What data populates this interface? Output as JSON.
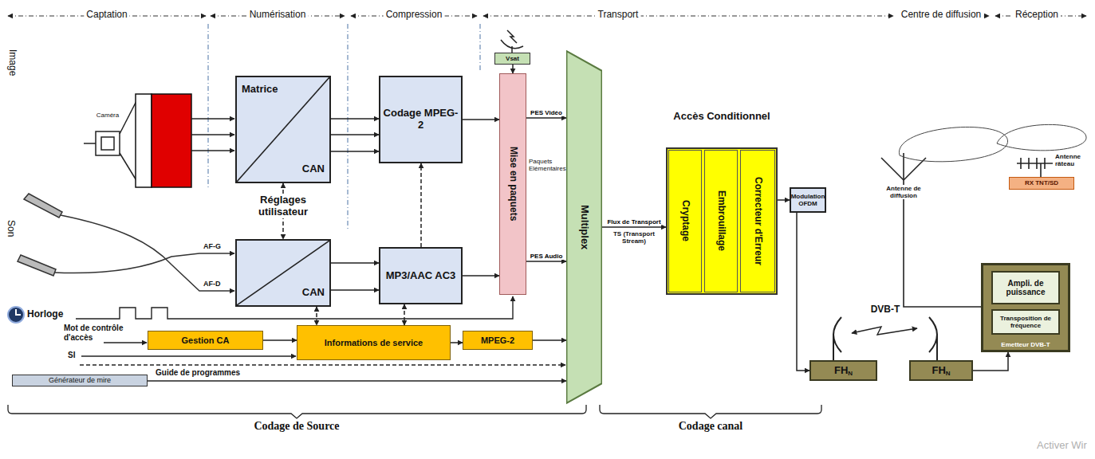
{
  "diagram": {
    "nodes": [
      {
        "text": [
          "Matrice",
          "CAN"
        ]
      },
      {
        "text": [
          "Codage MPEG-2"
        ]
      },
      {
        "text": [
          "Vsat"
        ]
      },
      {
        "text": [
          "Mise en paquets"
        ]
      },
      {
        "text": [
          "Multiplex"
        ]
      },
      {
        "text": [
          "CAN"
        ]
      },
      {
        "text": [
          "MP3/AAC AC3"
        ]
      },
      {
        "text": [
          "Gestion CA"
        ]
      },
      {
        "text": [
          "Informations de service"
        ]
      },
      {
        "text": [
          "MPEG-2"
        ]
      },
      {
        "text": [
          "Générateur de mire"
        ]
      },
      {
        "text": [
          "Accès Conditionnel"
        ]
      },
      {
        "text": [
          "Cryptage"
        ],
        "in": 11
      },
      {
        "text": [
          "Embrouillage"
        ],
        "in": 11
      },
      {
        "text": [
          "Correcteur d'Erreur"
        ],
        "in": 11
      },
      {
        "text": [
          "Modulation OFDM"
        ]
      },
      {
        "text": [
          "FH",
          "N"
        ]
      },
      {
        "text": [
          "FH",
          "N"
        ]
      },
      {
        "text": [
          "Emetteur DVB-T"
        ]
      },
      {
        "text": [
          "Ampli. de puissance"
        ],
        "in": 18
      },
      {
        "text": [
          "Transposition de fréquence"
        ],
        "in": 18
      },
      {
        "text": [
          "RX TNT/SD"
        ]
      }
    ],
    "edges": [
      {
        "from": 0,
        "to": 1,
        "arrow": "to"
      },
      {
        "from": 0,
        "to": 1,
        "arrow": "to"
      },
      {
        "from": 0,
        "to": 1,
        "arrow": "to"
      },
      {
        "from": 5,
        "to": 6,
        "arrow": "to"
      },
      {
        "from": 5,
        "to": 6,
        "arrow": "to"
      },
      {
        "from": 1,
        "to": 3,
        "arrow": "to"
      },
      {
        "from": 6,
        "to": 3,
        "arrow": "to"
      },
      {
        "from": 2,
        "to": 3,
        "arrow": "to"
      },
      {
        "from": 3,
        "to": 4,
        "label": "PES Vidéo",
        "arrow": "to"
      },
      {
        "from": 3,
        "to": 4,
        "label": "PES Audio",
        "arrow": "to"
      },
      {
        "from": 7,
        "to": 8,
        "arrow": "to"
      },
      {
        "from": 8,
        "to": 9,
        "arrow": "to"
      },
      {
        "from": 9,
        "to": 4,
        "arrow": "to"
      },
      {
        "from": 10,
        "to": 4,
        "arrow": "to"
      },
      {
        "from": 4,
        "to": 11,
        "label": "Flux de Transport",
        "arrow": "to"
      },
      {
        "from": 14,
        "to": 15,
        "arrow": "to"
      },
      {
        "from": 15,
        "to": 16,
        "arrow": "to"
      },
      {
        "from": 17,
        "to": 18,
        "arrow": "to"
      },
      {
        "from": 0,
        "to": 5,
        "arrow": "both"
      },
      {
        "from": 6,
        "to": 1,
        "arrow": "to"
      },
      {
        "from": 5,
        "to": 8,
        "arrow": "both"
      },
      {
        "from": 6,
        "to": 8,
        "arrow": "both"
      }
    ],
    "labels": [
      "Captation",
      "Numérisation",
      "Compression",
      "Transport",
      "Centre de diffusion",
      "Réception",
      "Image",
      "Caméra",
      "Réglages utilisateur",
      "Son",
      "AF-G",
      "AF-D",
      "Horloge",
      "Paquets Elémentaires",
      "TS (Transport Stream)",
      "Mot de contrôle d'accès",
      "SI",
      "Guide de programmes",
      "DVB-T",
      "Antenne de diffusion",
      "Antenne râteau",
      "Codage canal",
      "Codage de Source",
      "Activer Wir"
    ]
  }
}
